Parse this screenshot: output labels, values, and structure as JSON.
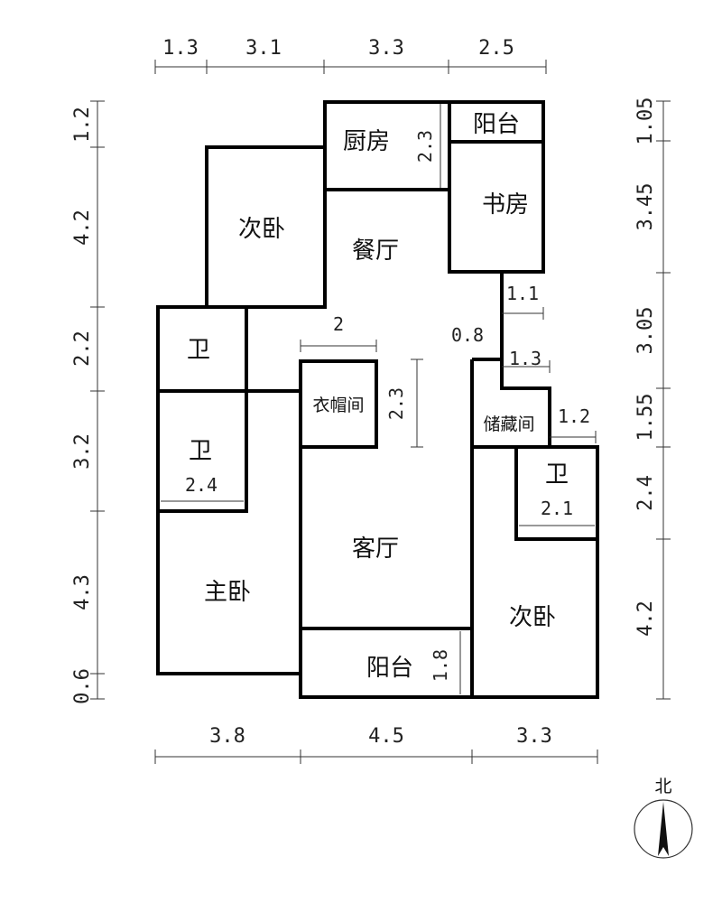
{
  "rooms": {
    "kitchen": "厨房",
    "balcony_top": "阳台",
    "study": "书房",
    "second_bedroom_top": "次卧",
    "dining": "餐厅",
    "bath_upper": "卫",
    "bath_lower": "卫",
    "walkin_closet": "衣帽间",
    "storage": "储藏间",
    "bath_right": "卫",
    "master_bedroom": "主卧",
    "living_room": "客厅",
    "second_bedroom_bottom": "次卧",
    "balcony_bottom": "阳台"
  },
  "dims_top": [
    "1.3",
    "3.1",
    "3.3",
    "2.5"
  ],
  "dims_bottom": [
    "3.8",
    "4.5",
    "3.3"
  ],
  "dims_left": [
    "1.2",
    "4.2",
    "2.2",
    "3.2",
    "4.3",
    "0.6"
  ],
  "dims_right": [
    "1.05",
    "3.45",
    "3.05",
    "1.55",
    "2.4",
    "4.2"
  ],
  "dims_inner": {
    "kitchen_height": "2.3",
    "corridor_width": "2",
    "corridor_height": "2.3",
    "offset_0_8": "0.8",
    "offset_1_1": "1.1",
    "offset_1_3": "1.3",
    "offset_1_2": "1.2",
    "bath_lower_width": "2.4",
    "bath_right_width": "2.1",
    "balcony_bottom_height": "1.8"
  },
  "compass": {
    "label": "北"
  }
}
